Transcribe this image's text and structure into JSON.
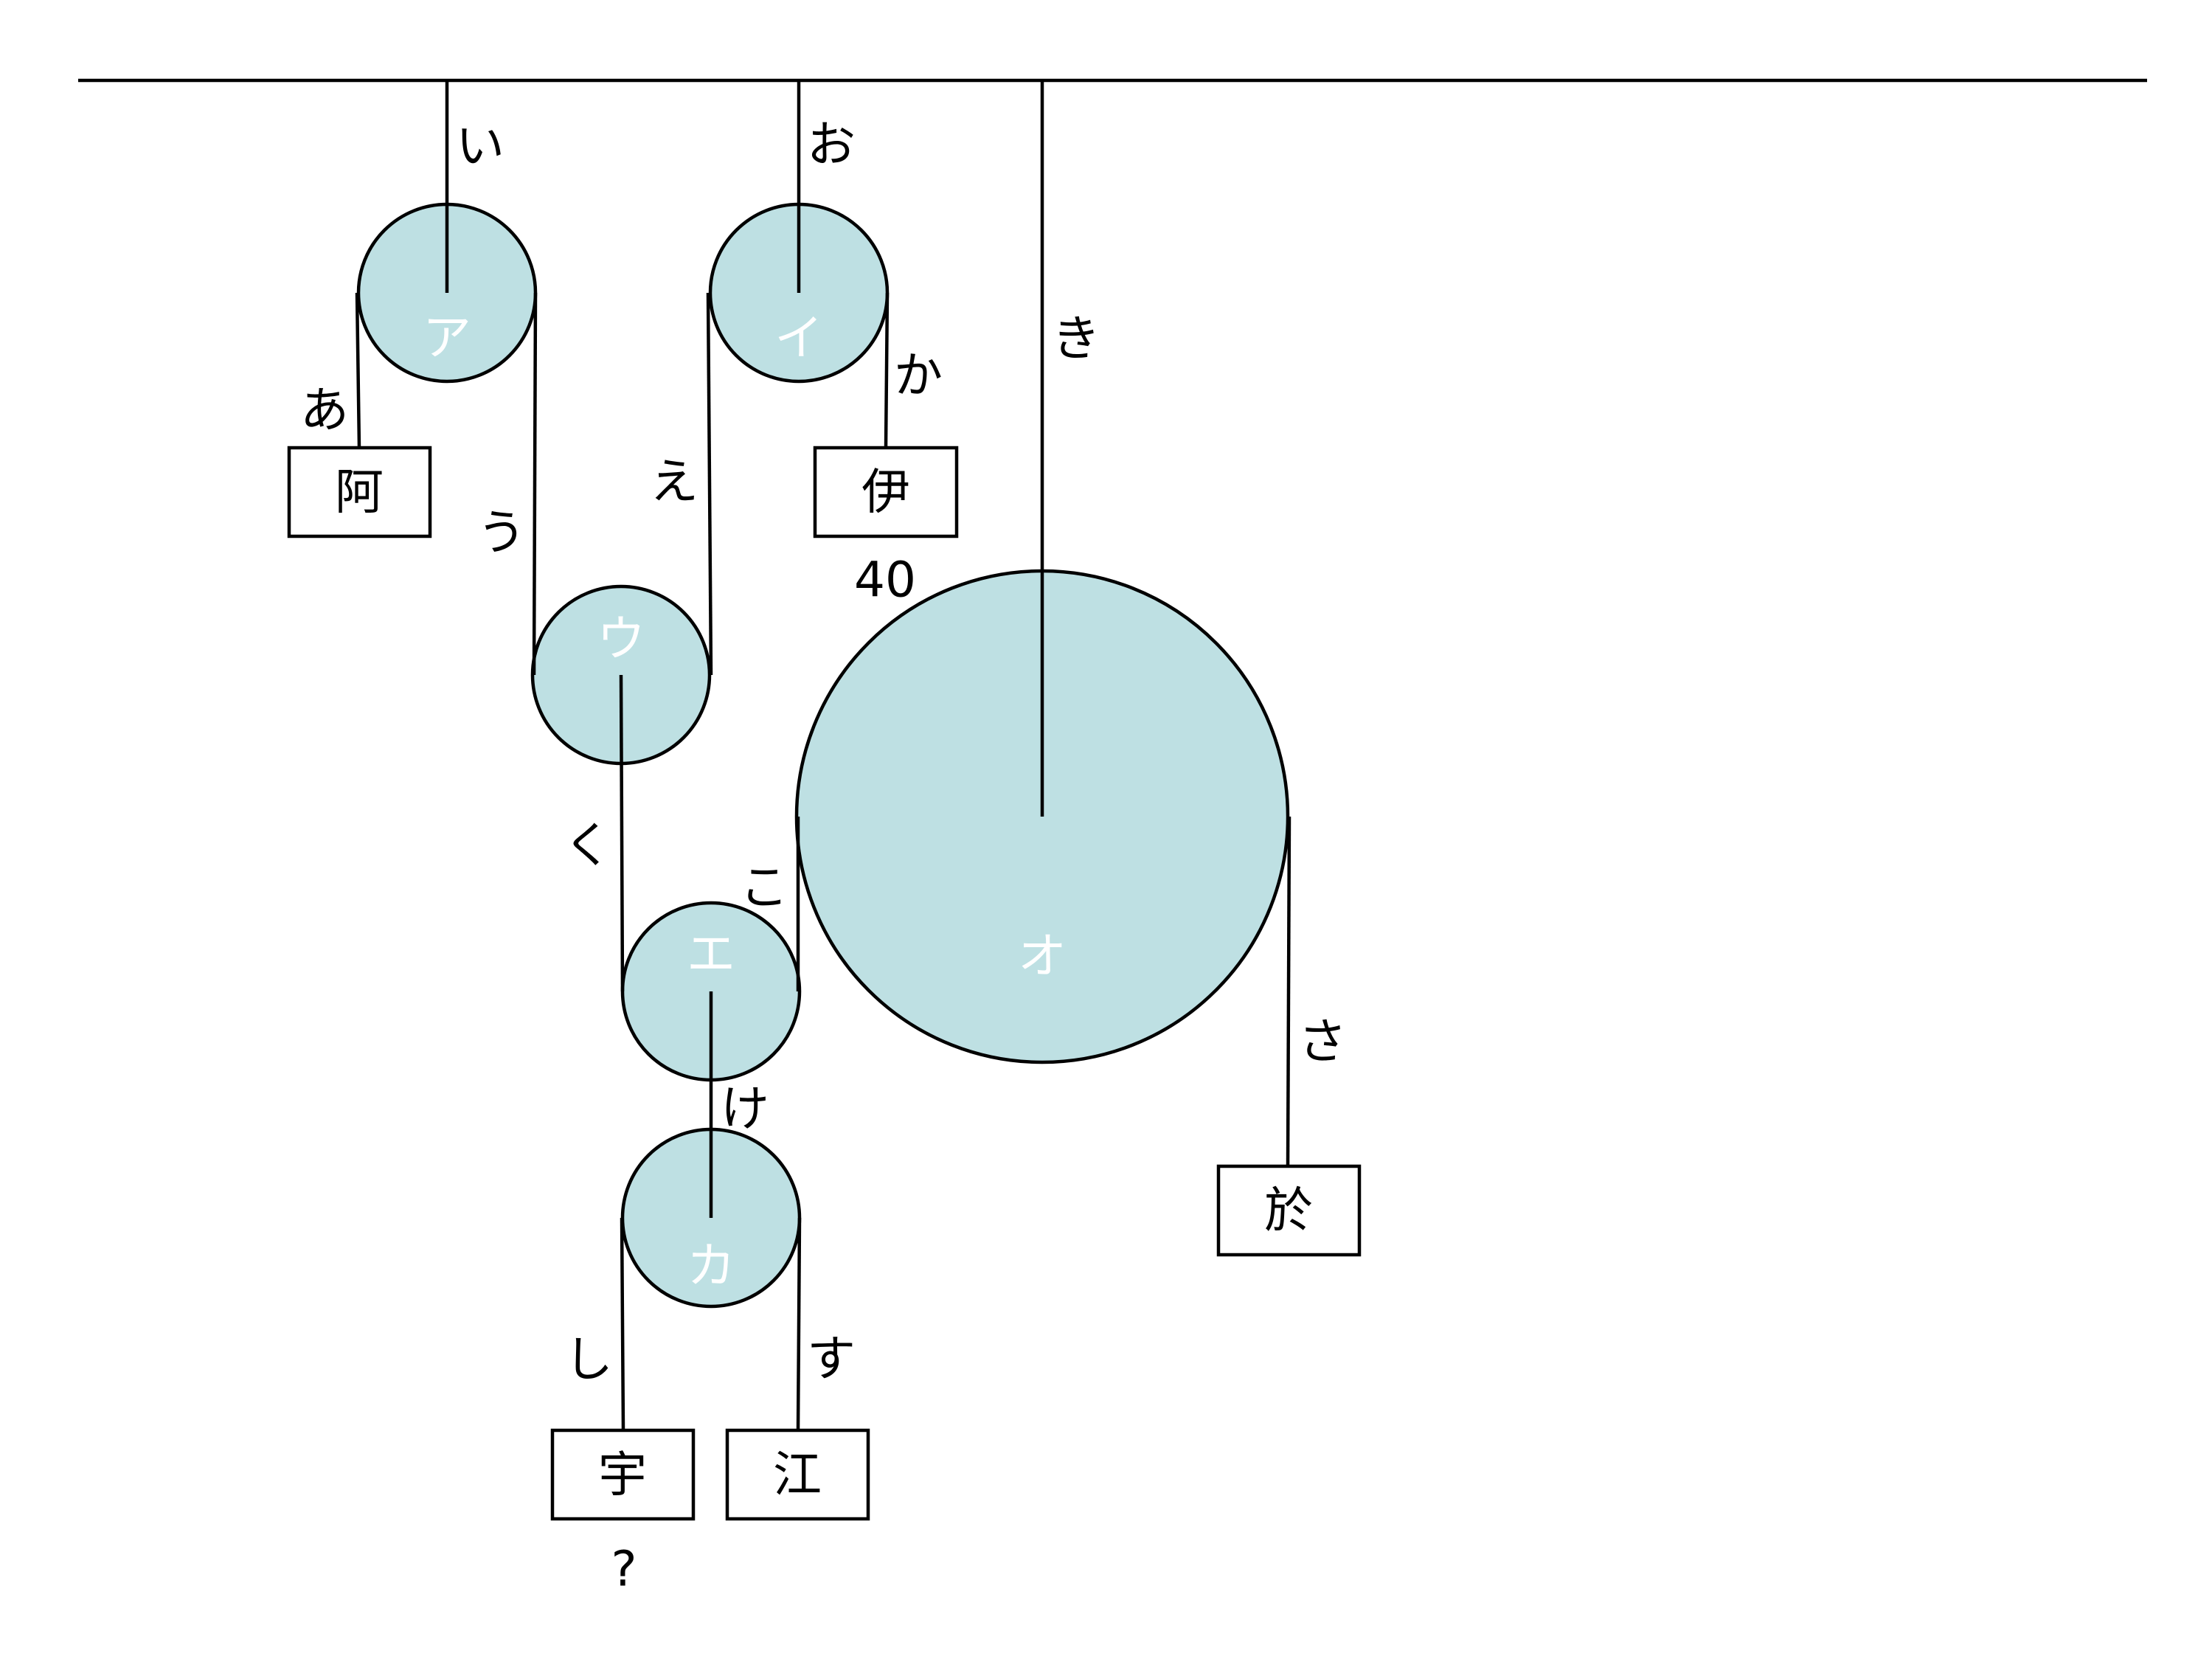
{
  "pulleys": {
    "a": "ア",
    "i": "イ",
    "u": "ウ",
    "e": "エ",
    "o": "オ",
    "ka": "カ"
  },
  "weights": {
    "a": "阿",
    "i": "伊",
    "u": "宇",
    "e": "江",
    "o": "於"
  },
  "ropes": {
    "a": "あ",
    "i": "い",
    "u": "う",
    "e": "え",
    "o": "お",
    "ka": "か",
    "ki": "き",
    "ku": "く",
    "ke": "け",
    "ko": "こ",
    "sa": "さ",
    "shi": "し",
    "su": "す"
  },
  "annotations": {
    "weight_i_value": "40",
    "unknown_marker": "?"
  },
  "colors": {
    "pulley_fill": "#bee0e3",
    "pulley_label": "#ffffff",
    "line": "#000000"
  }
}
